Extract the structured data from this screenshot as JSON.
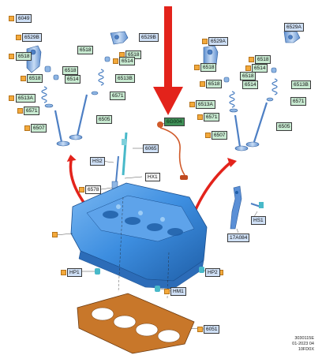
{
  "callouts": {
    "c6049": "6049",
    "c6529b_l": "6529B",
    "c6529b_r": "6529B",
    "c6518_top_l": "6518",
    "c6518_l1": "6518",
    "c6518_l2": "6518",
    "c6518_c1": "6518",
    "c6514_c": "6514",
    "c6518_c2": "6518",
    "c6514_l": "6514",
    "c6513b_l": "6513B",
    "c6513a_l": "6513A",
    "c6571_l": "6571",
    "c6571_c": "6571",
    "c6507_l": "6507",
    "c6505_l": "6505",
    "c6529a_l": "6529A",
    "c6529a_r": "6529A",
    "c6518_r1": "6518",
    "c6514_r1": "6514",
    "c6518_r2": "6518",
    "c6518_r3": "6518",
    "c6518_r4": "6518",
    "c6514_r2": "6514",
    "c6513b_r": "6513B",
    "c6513a_r": "6513A",
    "c6571_r1": "6571",
    "c6571_r2": "6571",
    "c6507_r": "6507",
    "c6505_r": "6505",
    "c6g004": "6G004",
    "c6065": "6065",
    "hs2": "HS2",
    "hx1": "HX1",
    "c6578": "6578",
    "hs1": "HS1",
    "c17a084": "17A084",
    "hp1": "HP1",
    "hp2": "HP2",
    "hm1": "HM1",
    "c6051": "6051"
  },
  "footer": {
    "line1": "3030115E",
    "line2": "01-2023 04",
    "line3": "10FD0X"
  },
  "colors": {
    "head_blue": "#3d8ee0",
    "head_dark": "#1f5fa8",
    "arrow_red": "#e3231b",
    "part_blue": "#8fb6e4",
    "gasket": "#c8772a",
    "label_blue": "#cfe0f6",
    "label_green": "#c8ead1",
    "marker_orange": "#f3a93b"
  }
}
